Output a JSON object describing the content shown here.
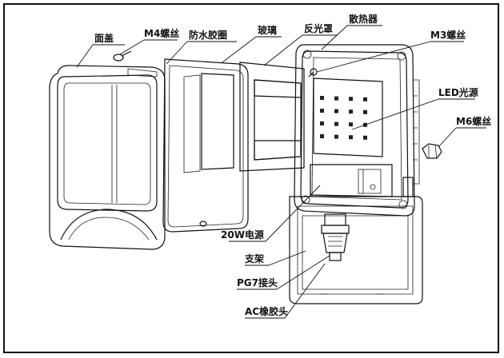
{
  "labels": {
    "cover": "面盖",
    "m4_screw": "M4螺丝",
    "gasket": "防水胶圈",
    "glass": "玻璃",
    "reflector": "反光罩",
    "heatsink": "散热器",
    "m3_screw": "M3螺丝",
    "led_source": "LED光源",
    "m6_screw": "M6螺丝",
    "power_20w": "20W电源",
    "bracket": "支架",
    "pg7_connector": "PG7接头",
    "ac_rubber": "AC橡胶头"
  },
  "colors": {
    "line": "#111111",
    "background": "#ffffff"
  }
}
